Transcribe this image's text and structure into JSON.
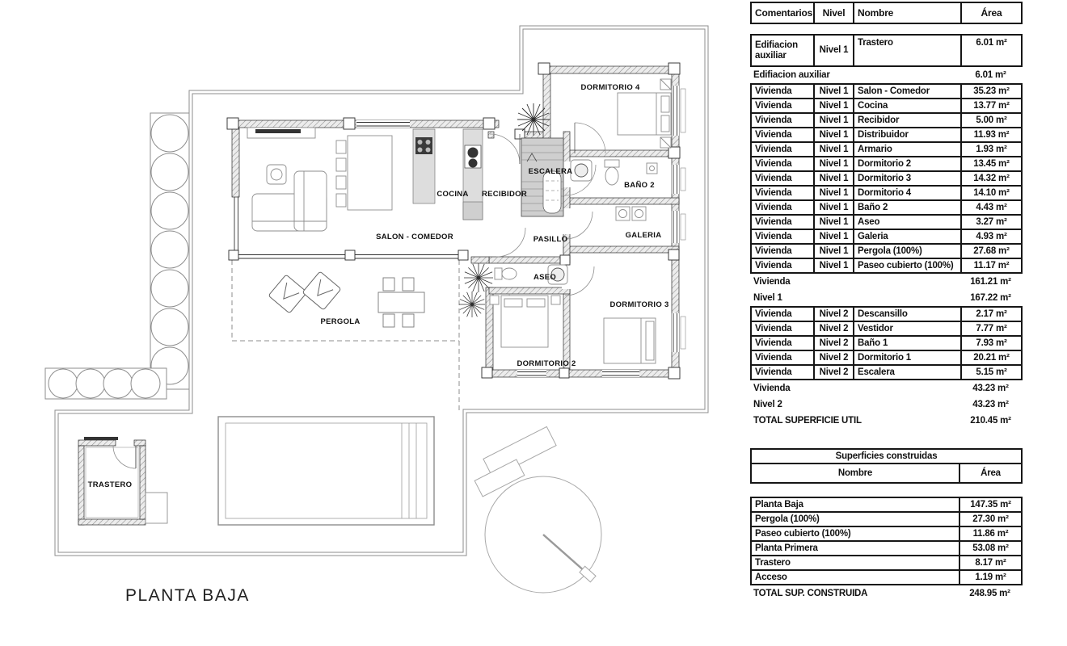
{
  "plan": {
    "labels": {
      "dormitorio4": "DORMITORIO 4",
      "escalera": "ESCALERA",
      "cocina": "COCINA",
      "recibidor": "RECIBIDOR",
      "banio2": "BAÑO 2",
      "salon": "SALON - COMEDOR",
      "pasillo": "PASILLO",
      "galeria": "GALERIA",
      "aseo": "ASEO",
      "dormitorio3": "DORMITORIO 3",
      "dormitorio2": "DORMITORIO 2",
      "pergola": "PERGOLA",
      "trastero": "TRASTERO",
      "planta_baja": "PLANTA BAJA"
    }
  },
  "tables": {
    "superficies_utiles": {
      "headers": {
        "comentarios": "Comentarios",
        "nivel": "Nivel",
        "nombre": "Nombre",
        "area": "Área"
      },
      "rows": [
        {
          "type": "detail",
          "comentarios": "Edifiacion auxiliar",
          "nivel": "Nivel 1",
          "nombre": "Trastero",
          "area": "6.01 m²"
        },
        {
          "type": "subtotal",
          "label": "Edifiacion auxiliar",
          "area": "6.01 m²"
        },
        {
          "type": "detail",
          "comentarios": "Vivienda",
          "nivel": "Nivel 1",
          "nombre": "Salon - Comedor",
          "area": "35.23 m²"
        },
        {
          "type": "detail",
          "comentarios": "Vivienda",
          "nivel": "Nivel 1",
          "nombre": "Cocina",
          "area": "13.77 m²"
        },
        {
          "type": "detail",
          "comentarios": "Vivienda",
          "nivel": "Nivel 1",
          "nombre": "Recibidor",
          "area": "5.00 m²"
        },
        {
          "type": "detail",
          "comentarios": "Vivienda",
          "nivel": "Nivel 1",
          "nombre": "Distribuidor",
          "area": "11.93 m²"
        },
        {
          "type": "detail",
          "comentarios": "Vivienda",
          "nivel": "Nivel 1",
          "nombre": "Armario",
          "area": "1.93 m²"
        },
        {
          "type": "detail",
          "comentarios": "Vivienda",
          "nivel": "Nivel 1",
          "nombre": "Dormitorio 2",
          "area": "13.45 m²"
        },
        {
          "type": "detail",
          "comentarios": "Vivienda",
          "nivel": "Nivel 1",
          "nombre": "Dormitorio 3",
          "area": "14.32 m²"
        },
        {
          "type": "detail",
          "comentarios": "Vivienda",
          "nivel": "Nivel 1",
          "nombre": "Dormitorio 4",
          "area": "14.10 m²"
        },
        {
          "type": "detail",
          "comentarios": "Vivienda",
          "nivel": "Nivel 1",
          "nombre": "Baño 2",
          "area": "4.43 m²"
        },
        {
          "type": "detail",
          "comentarios": "Vivienda",
          "nivel": "Nivel 1",
          "nombre": "Aseo",
          "area": "3.27 m²"
        },
        {
          "type": "detail",
          "comentarios": "Vivienda",
          "nivel": "Nivel 1",
          "nombre": "Galeria",
          "area": "4.93 m²"
        },
        {
          "type": "detail",
          "comentarios": "Vivienda",
          "nivel": "Nivel 1",
          "nombre": "Pergola (100%)",
          "area": "27.68 m²"
        },
        {
          "type": "detail",
          "comentarios": "Vivienda",
          "nivel": "Nivel 1",
          "nombre": "Paseo cubierto (100%)",
          "area": "11.17 m²"
        },
        {
          "type": "subtotal",
          "label": "Vivienda",
          "area": "161.21 m²"
        },
        {
          "type": "subtotal",
          "label": "Nivel 1",
          "area": "167.22 m²"
        },
        {
          "type": "detail",
          "comentarios": "Vivienda",
          "nivel": "Nivel 2",
          "nombre": "Descansillo",
          "area": "2.17 m²"
        },
        {
          "type": "detail",
          "comentarios": "Vivienda",
          "nivel": "Nivel 2",
          "nombre": "Vestidor",
          "area": "7.77 m²"
        },
        {
          "type": "detail",
          "comentarios": "Vivienda",
          "nivel": "Nivel 2",
          "nombre": "Baño 1",
          "area": "7.93 m²"
        },
        {
          "type": "detail",
          "comentarios": "Vivienda",
          "nivel": "Nivel 2",
          "nombre": "Dormitorio 1",
          "area": "20.21 m²"
        },
        {
          "type": "detail",
          "comentarios": "Vivienda",
          "nivel": "Nivel 2",
          "nombre": "Escalera",
          "area": "5.15 m²"
        },
        {
          "type": "subtotal",
          "label": "Vivienda",
          "area": "43.23 m²"
        },
        {
          "type": "subtotal",
          "label": "Nivel 2",
          "area": "43.23 m²"
        },
        {
          "type": "total",
          "label": "TOTAL SUPERFICIE UTIL",
          "area": "210.45 m²"
        }
      ]
    },
    "superficies_construidas": {
      "title": "Superficies construidas",
      "headers": {
        "nombre": "Nombre",
        "area": "Área"
      },
      "rows": [
        {
          "type": "detail",
          "nombre": "Planta Baja",
          "area": "147.35 m²"
        },
        {
          "type": "detail",
          "nombre": "Pergola (100%)",
          "area": "27.30 m²"
        },
        {
          "type": "detail",
          "nombre": "Paseo cubierto (100%)",
          "area": "11.86 m²"
        },
        {
          "type": "detail",
          "nombre": "Planta Primera",
          "area": "53.08 m²"
        },
        {
          "type": "detail",
          "nombre": "Trastero",
          "area": "8.17 m²"
        },
        {
          "type": "detail",
          "nombre": "Acceso",
          "area": "1.19 m²"
        },
        {
          "type": "total",
          "label": "TOTAL SUP. CONSTRUIDA",
          "area": "248.95 m²"
        }
      ]
    }
  }
}
